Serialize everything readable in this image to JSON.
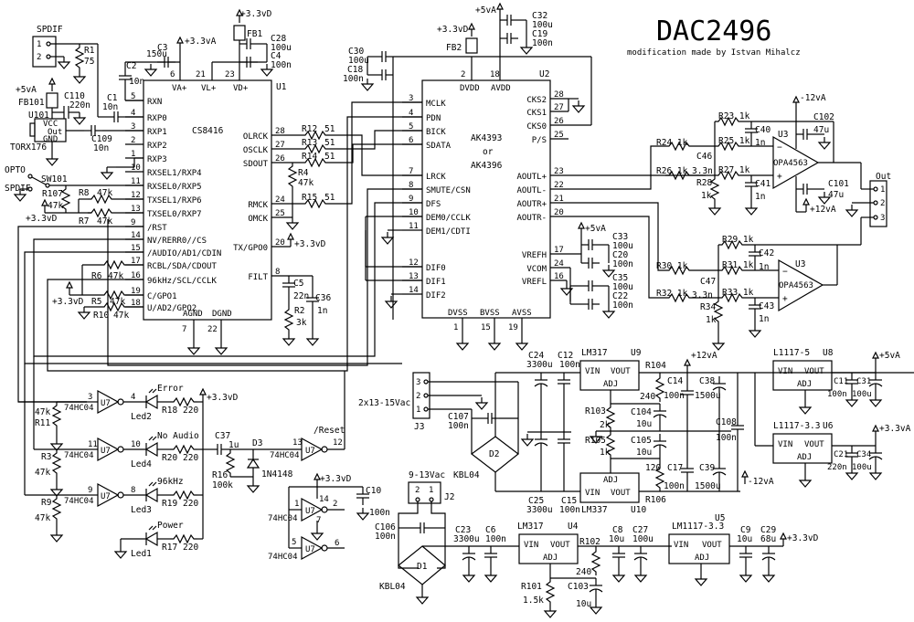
{
  "title": "DAC2496",
  "subtitle": "modification made by Istvan Mihalcz",
  "u1": {
    "ref": "U1",
    "part": "CS8416",
    "left_pins": [
      {
        "num": "5",
        "name": "RXN"
      },
      {
        "num": "4",
        "name": "RXP0"
      },
      {
        "num": "3",
        "name": "RXP1"
      },
      {
        "num": "2",
        "name": "RXP2"
      },
      {
        "num": "1",
        "name": "RXP3"
      },
      {
        "num": "10",
        "name": "RXSEL1/RXP4"
      },
      {
        "num": "11",
        "name": "RXSEL0/RXP5"
      },
      {
        "num": "12",
        "name": "TXSEL1/RXP6"
      },
      {
        "num": "13",
        "name": "TXSEL0/RXP7"
      },
      {
        "num": "9",
        "name": "/RST"
      },
      {
        "num": "14",
        "name": "NV/RERR0//CS"
      },
      {
        "num": "15",
        "name": "/AUDIO/AD1/CDIN"
      },
      {
        "num": "17",
        "name": "RCBL/SDA/CDOUT"
      },
      {
        "num": "16",
        "name": "96kHz/SCL/CCLK"
      },
      {
        "num": "19",
        "name": "C/GPO1"
      },
      {
        "num": "18",
        "name": "U/AD2/GPO2"
      }
    ],
    "right_pins": [
      {
        "num": "28",
        "name": "OLRCK"
      },
      {
        "num": "27",
        "name": "OSCLK"
      },
      {
        "num": "26",
        "name": "SDOUT"
      },
      {
        "num": "24",
        "name": "RMCK"
      },
      {
        "num": "25",
        "name": "OMCK"
      },
      {
        "num": "20",
        "name": "TX/GPO0"
      },
      {
        "num": "8",
        "name": "FILT"
      }
    ],
    "top_pins": [
      {
        "num": "6",
        "name": "VA+"
      },
      {
        "num": "21",
        "name": "VL+"
      },
      {
        "num": "23",
        "name": "VD+"
      }
    ],
    "bottom_pins": [
      {
        "num": "7",
        "name": "AGND"
      },
      {
        "num": "22",
        "name": "DGND"
      }
    ]
  },
  "u2": {
    "ref": "U2",
    "part1": "AK4393",
    "part_or": "or",
    "part2": "AK4396",
    "left_pins": [
      {
        "num": "3",
        "name": "MCLK"
      },
      {
        "num": "4",
        "name": "PDN"
      },
      {
        "num": "5",
        "name": "BICK"
      },
      {
        "num": "6",
        "name": "SDATA"
      },
      {
        "num": "7",
        "name": "LRCK"
      },
      {
        "num": "8",
        "name": "SMUTE/CSN"
      },
      {
        "num": "9",
        "name": "DFS"
      },
      {
        "num": "10",
        "name": "DEM0/CCLK"
      },
      {
        "num": "11",
        "name": "DEM1/CDTI"
      },
      {
        "num": "12",
        "name": "DIF0"
      },
      {
        "num": "13",
        "name": "DIF1"
      },
      {
        "num": "14",
        "name": "DIF2"
      }
    ],
    "right_pins": [
      {
        "num": "28",
        "name": "CKS2"
      },
      {
        "num": "27",
        "name": "CKS1"
      },
      {
        "num": "26",
        "name": "CKS0"
      },
      {
        "num": "25",
        "name": "P/S"
      },
      {
        "num": "23",
        "name": "AOUTL+"
      },
      {
        "num": "22",
        "name": "AOUTL-"
      },
      {
        "num": "21",
        "name": "AOUTR+"
      },
      {
        "num": "20",
        "name": "AOUTR-"
      },
      {
        "num": "17",
        "name": "VREFH"
      },
      {
        "num": "24",
        "name": "VCOM"
      },
      {
        "num": "16",
        "name": "VREFL"
      }
    ],
    "top_pins": [
      {
        "num": "2",
        "name": "DVDD"
      },
      {
        "num": "18",
        "name": "AVDD"
      }
    ],
    "bottom_pins": [
      {
        "num": "1",
        "name": "DVSS"
      },
      {
        "num": "15",
        "name": "BVSS"
      },
      {
        "num": "19",
        "name": "AVSS"
      }
    ]
  },
  "labels": {
    "spdif_conn": "SPDIF",
    "r1": "R1",
    "r1v": "75",
    "c2": "C2",
    "c2v": "10n",
    "c3": "C3",
    "c3v": "150u",
    "p33va_u1": "+3.3vA",
    "p33vd_top": "+3.3vD",
    "fb1": "FB1",
    "c28": "C28",
    "c28v": "100u",
    "c4": "C4",
    "c4v": "100n",
    "p5va_l": "+5vA",
    "fb101": "FB101",
    "c110": "C110",
    "c110v": "220n",
    "c1": "C1",
    "c1v": "10n",
    "u101": "U101",
    "vcc": "VCC",
    "out": "Out",
    "gnd": "GND",
    "torx": "TORX176",
    "c109": "C109",
    "c109v": "10n",
    "opto": "OPTO",
    "sw101": "SW101",
    "spdif_sw": "SPDIF",
    "r107": "R107",
    "r107v": "47k",
    "p33vd_sw": "+3.3vD",
    "r8": "R8",
    "r8v": "47k",
    "r7": "R7",
    "r7v": "47k",
    "r6": "R6",
    "r6v": "47k",
    "r5": "R5",
    "r5v": "47k",
    "r10": "R10",
    "r10v": "47k",
    "p33vd_r5": "+3.3vD",
    "r12": "R12",
    "r13": "R13",
    "r14": "R14",
    "r15": "R15",
    "r51": "51",
    "r4": "R4",
    "r4v": "47k",
    "p33vd_tx": "+3.3vD",
    "c5": "C5",
    "c5v": "22n",
    "r2": "R2",
    "r2v": "3k",
    "c36": "C36",
    "c36v": "1n",
    "p33vd_fb2": "+3.3vD",
    "fb2": "FB2",
    "p5va_u2": "+5vA",
    "c32": "C32",
    "c32v": "100u",
    "c19": "C19",
    "c19v": "100n",
    "c30": "C30",
    "c30v": "100u",
    "c18": "C18",
    "c18v": "100n",
    "p5va_vref": "+5vA",
    "c33": "C33",
    "c33v": "100u",
    "c20": "C20",
    "c20v": "100n",
    "c35": "C35",
    "c35v": "100u",
    "c22": "C22",
    "c22v": "100n",
    "m12va": "-12vA",
    "p12va": "+12vA",
    "c102": "C102",
    "c102v": "47u",
    "c101": "C101",
    "c101v": "47u",
    "r23": "R23 1k",
    "c40": "C40",
    "c40v": "1n",
    "r24": "R24 1k",
    "r25": "R25 1k",
    "c46": "C46",
    "c46v": "3.3n",
    "r26": "R26 1k",
    "r27": "R27 1k",
    "r28": "R28",
    "r28v": "1k",
    "c41": "C41",
    "c41v": "1n",
    "u3": "U3",
    "opa": "OPA4563",
    "out_conn": "Out",
    "r29": "R29 1k",
    "c42": "C42",
    "r30": "R30 1k",
    "r31": "R31 1k",
    "c42v": "1n",
    "c47": "C47",
    "c47v": "3.3n",
    "r32": "R32 1k",
    "r33": "R33 1k",
    "r34": "R34",
    "r34v": "1k",
    "c43": "C43",
    "c43v": "1n",
    "u7": "U7",
    "hc04": "74HC04",
    "r11": "R11",
    "r11v": "47k",
    "r3": "R3",
    "r3v": "47k",
    "r9": "R9",
    "r9v": "47k",
    "error": "Error",
    "led2": "Led2",
    "r18": "R18",
    "noaudio": "No Audio",
    "led4": "Led4",
    "r20": "R20",
    "k96": "96kHz",
    "led3": "Led3",
    "r19": "R19",
    "power": "Power",
    "led1": "Led1",
    "r17": "R17",
    "r220": "220",
    "p33vd_led": "+3.3vD",
    "c37": "C37",
    "c37v": "1u",
    "d3": "D3",
    "d3v": "1N4148",
    "r16": "R16",
    "r16v": "100k",
    "reset": "/Reset",
    "p33vd_u7": "+3.3vD",
    "c10": "C10",
    "c10v": "100n",
    "j3_label": "2x13-15Vac",
    "j3": "J3",
    "c107": "C107",
    "c107v": "100n",
    "d2": "D2",
    "kbl04": "KBL04",
    "c24": "C24",
    "c24v": "3300u",
    "c12": "C12",
    "c12v": "100n",
    "lm317": "LM317",
    "u9": "U9",
    "c25": "C25",
    "c25v": "3300u",
    "c15": "C15",
    "c15v": "100n",
    "lm337": "LM337",
    "u10": "U10",
    "vin": "VIN",
    "vout": "VOUT",
    "adj": "ADJ",
    "r104": "R104",
    "r104v": "240",
    "r103": "R103",
    "r103v": "2k",
    "r105": "R105",
    "r105v": "1k",
    "r106": "R106",
    "r106v": "120",
    "c104": "C104",
    "c104v": "10u",
    "c105": "C105",
    "c105v": "10u",
    "c14": "C14",
    "c14v": "100n",
    "c17": "C17",
    "c17v": "100n",
    "c38": "C38",
    "c38v": "1500u",
    "c39": "C39",
    "c39v": "1500u",
    "c108": "C108",
    "c108v": "100n",
    "p12va_r": "+12vA",
    "m12va_r": "-12vA",
    "l5": "L1117-5",
    "u8": "U8",
    "l33": "L1117-3.3",
    "u6": "U6",
    "p5va_r": "+5vA",
    "p33va_r": "+3.3vA",
    "c11": "C11",
    "c11v": "100n",
    "c31": "C31",
    "c31v": "100u",
    "c21": "C21",
    "c21v": "220n",
    "c34": "C34",
    "c34v": "100u",
    "j2_label": "9-13Vac",
    "j2": "J2",
    "c106": "C106",
    "c106v": "100n",
    "d1": "D1",
    "c23": "C23",
    "c23v": "3300u",
    "c6": "C6",
    "c6v": "100n",
    "u4": "U4",
    "r102": "R102",
    "r102v": "240",
    "r101": "R101",
    "r101v": "1.5k",
    "c103": "C103",
    "c103v": "10u",
    "c8": "C8",
    "c8v": "10u",
    "c27": "C27",
    "c27v": "100u",
    "u5": "U5",
    "lm1117_33": "LM1117-3.3",
    "c9": "C9",
    "c9v": "10u",
    "c29": "C29",
    "c29v": "68u",
    "p33vd_u5": "+3.3vD"
  }
}
